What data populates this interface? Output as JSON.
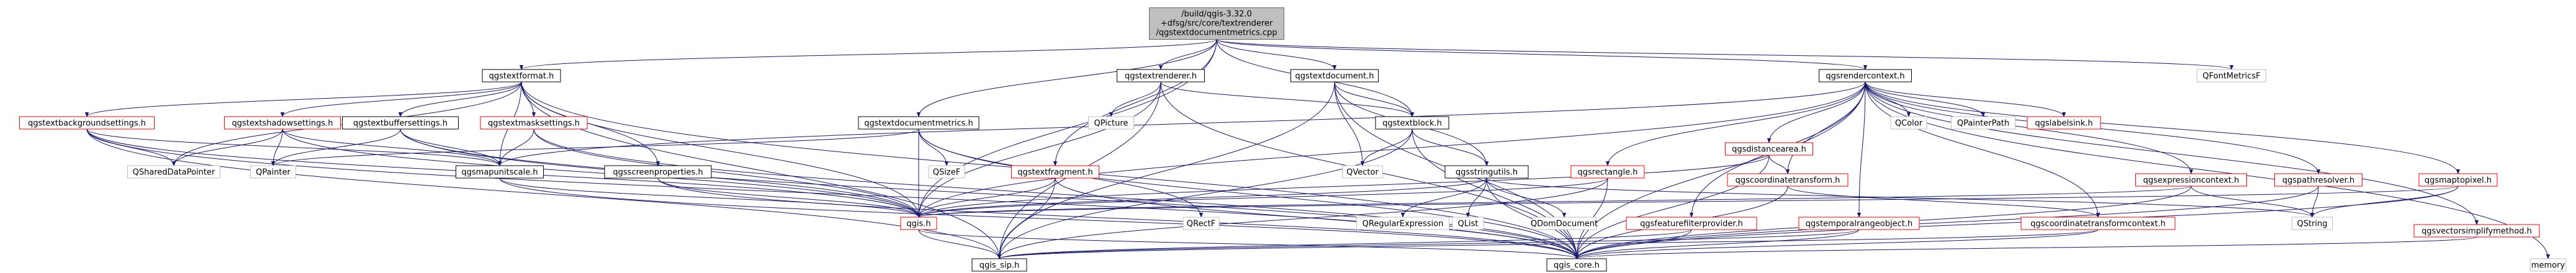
{
  "graph": {
    "root": {
      "id": "root",
      "lines": [
        "/build/qgis-3.32.0",
        "+dfsg/src/core/textrenderer",
        "/qgstextdocumentmetrics.cpp"
      ]
    },
    "nodes": [
      {
        "id": "qgstextformat",
        "label": "qgstextformat.h",
        "style": "black"
      },
      {
        "id": "qgstextrenderer",
        "label": "qgstextrenderer.h",
        "style": "black"
      },
      {
        "id": "qgstextdocument",
        "label": "qgstextdocument.h",
        "style": "black"
      },
      {
        "id": "qgsrendercontext",
        "label": "qgsrendercontext.h",
        "style": "black"
      },
      {
        "id": "qfontmetricsf",
        "label": "QFontMetricsF",
        "style": "gray"
      },
      {
        "id": "qgstextbackgroundsettings",
        "label": "qgstextbackgroundsettings.h",
        "style": "red"
      },
      {
        "id": "qgstextshadowsettings",
        "label": "qgstextshadowsettings.h",
        "style": "red"
      },
      {
        "id": "qgstextbuffersettings",
        "label": "qgstextbuffersettings.h",
        "style": "black"
      },
      {
        "id": "qgstextmasksettings",
        "label": "qgstextmasksettings.h",
        "style": "red"
      },
      {
        "id": "qgstextdocumentmetrics",
        "label": "qgstextdocumentmetrics.h",
        "style": "black"
      },
      {
        "id": "qpicture",
        "label": "QPicture",
        "style": "gray"
      },
      {
        "id": "qgstextblock",
        "label": "qgstextblock.h",
        "style": "black"
      },
      {
        "id": "qcolor",
        "label": "QColor",
        "style": "gray"
      },
      {
        "id": "qpainterpath",
        "label": "QPainterPath",
        "style": "gray"
      },
      {
        "id": "qgslabelsink",
        "label": "qgslabelsink.h",
        "style": "red"
      },
      {
        "id": "qgsdistancearea",
        "label": "qgsdistancearea.h",
        "style": "red"
      },
      {
        "id": "qshareddatapointer",
        "label": "QSharedDataPointer",
        "style": "gray"
      },
      {
        "id": "qpainter",
        "label": "QPainter",
        "style": "gray"
      },
      {
        "id": "qgsmapunitscale",
        "label": "qgsmapunitscale.h",
        "style": "black"
      },
      {
        "id": "qgsscreenproperties",
        "label": "qgsscreenproperties.h",
        "style": "black"
      },
      {
        "id": "qsizef",
        "label": "QSizeF",
        "style": "gray"
      },
      {
        "id": "qvector",
        "label": "QVector",
        "style": "gray"
      },
      {
        "id": "qgsstringutils",
        "label": "qgsstringutils.h",
        "style": "black"
      },
      {
        "id": "qgstextfragment",
        "label": "qgstextfragment.h",
        "style": "red"
      },
      {
        "id": "qgsrectangle",
        "label": "qgsrectangle.h",
        "style": "red"
      },
      {
        "id": "qgscoordinatetransform",
        "label": "qgscoordinatetransform.h",
        "style": "red"
      },
      {
        "id": "qgsexpressioncontext",
        "label": "qgsexpressioncontext.h",
        "style": "red"
      },
      {
        "id": "qgspathresolver",
        "label": "qgspathresolver.h",
        "style": "red"
      },
      {
        "id": "qgsmaptopixel",
        "label": "qgsmaptopixel.h",
        "style": "red"
      },
      {
        "id": "qgis",
        "label": "qgis.h",
        "style": "red"
      },
      {
        "id": "qrectf",
        "label": "QRectF",
        "style": "gray"
      },
      {
        "id": "qregularexpression",
        "label": "QRegularExpression",
        "style": "gray"
      },
      {
        "id": "qlist",
        "label": "QList",
        "style": "gray"
      },
      {
        "id": "qdomdocument",
        "label": "QDomDocument",
        "style": "gray"
      },
      {
        "id": "qstring",
        "label": "QString",
        "style": "gray"
      },
      {
        "id": "qgsfeaturefilterprovider",
        "label": "qgsfeaturefilterprovider.h",
        "style": "red"
      },
      {
        "id": "qgstemporalrangeobject",
        "label": "qgstemporalrangeobject.h",
        "style": "red"
      },
      {
        "id": "qgscoordinatetransformcontext",
        "label": "qgscoordinatetransformcontext.h",
        "style": "red"
      },
      {
        "id": "qgsvectorsimplifymethod",
        "label": "qgsvectorsimplifymethod.h",
        "style": "red"
      },
      {
        "id": "qgis_sip",
        "label": "qgis_sip.h",
        "style": "black"
      },
      {
        "id": "qgis_core",
        "label": "qgis_core.h",
        "style": "black"
      },
      {
        "id": "memory",
        "label": "memory",
        "style": "gray"
      }
    ],
    "edges": [
      [
        "root",
        "qgstextformat"
      ],
      [
        "root",
        "qgstextrenderer"
      ],
      [
        "root",
        "qgstextdocument"
      ],
      [
        "root",
        "qgsrendercontext"
      ],
      [
        "root",
        "qfontmetricsf"
      ],
      [
        "root",
        "qgstextdocumentmetrics"
      ],
      [
        "root",
        "qgstextblock"
      ],
      [
        "root",
        "qgstextfragment"
      ],
      [
        "root",
        "qgis"
      ],
      [
        "qgstextformat",
        "qgstextbackgroundsettings"
      ],
      [
        "qgstextformat",
        "qgstextshadowsettings"
      ],
      [
        "qgstextformat",
        "qgstextbuffersettings"
      ],
      [
        "qgstextformat",
        "qgstextmasksettings"
      ],
      [
        "qgstextformat",
        "qgsscreenproperties"
      ],
      [
        "qgstextformat",
        "qgsmapunitscale"
      ],
      [
        "qgstextformat",
        "qshareddatapointer"
      ],
      [
        "qgstextformat",
        "qgis"
      ],
      [
        "qgstextformat",
        "qgis_sip"
      ],
      [
        "qgstextformat",
        "qgis_core"
      ],
      [
        "qgstextrenderer",
        "qgstextblock"
      ],
      [
        "qgstextrenderer",
        "qpicture"
      ],
      [
        "qgstextrenderer",
        "qgis"
      ],
      [
        "qgstextrenderer",
        "qgis_sip"
      ],
      [
        "qgstextrenderer",
        "qgis_core"
      ],
      [
        "qgstextdocument",
        "qgstextblock"
      ],
      [
        "qgstextdocument",
        "qvector"
      ],
      [
        "qgstextdocument",
        "qgsstringutils"
      ],
      [
        "qgstextdocument",
        "qgis_sip"
      ],
      [
        "qgstextdocument",
        "qgis_core"
      ],
      [
        "qgsrendercontext",
        "qcolor"
      ],
      [
        "qgsrendercontext",
        "qpainterpath"
      ],
      [
        "qgsrendercontext",
        "qgslabelsink"
      ],
      [
        "qgsrendercontext",
        "qgsdistancearea"
      ],
      [
        "qgsrendercontext",
        "qgscoordinatetransform"
      ],
      [
        "qgsrendercontext",
        "qgsexpressioncontext"
      ],
      [
        "qgsrendercontext",
        "qgspathresolver"
      ],
      [
        "qgsrendercontext",
        "qgsmaptopixel"
      ],
      [
        "qgsrendercontext",
        "qgsrectangle"
      ],
      [
        "qgsrendercontext",
        "qgsfeaturefilterprovider"
      ],
      [
        "qgsrendercontext",
        "qgstemporalrangeobject"
      ],
      [
        "qgsrendercontext",
        "qgscoordinatetransformcontext"
      ],
      [
        "qgsrendercontext",
        "qgsvectorsimplifymethod"
      ],
      [
        "qgsrendercontext",
        "qgsmapunitscale"
      ],
      [
        "qgsrendercontext",
        "qgis"
      ],
      [
        "qgsrendercontext",
        "qgis_core"
      ],
      [
        "qgsrendercontext",
        "memory"
      ],
      [
        "qgstextbackgroundsettings",
        "qgsmapunitscale"
      ],
      [
        "qgstextbackgroundsettings",
        "qshareddatapointer"
      ],
      [
        "qgstextbackgroundsettings",
        "qgis"
      ],
      [
        "qgstextbackgroundsettings",
        "qgis_sip"
      ],
      [
        "qgstextbackgroundsettings",
        "qgis_core"
      ],
      [
        "qgstextshadowsettings",
        "qshareddatapointer"
      ],
      [
        "qgstextshadowsettings",
        "qpainter"
      ],
      [
        "qgstextshadowsettings",
        "qgsmapunitscale"
      ],
      [
        "qgstextshadowsettings",
        "qgis"
      ],
      [
        "qgstextbuffersettings",
        "qpainter"
      ],
      [
        "qgstextbuffersettings",
        "qgsmapunitscale"
      ],
      [
        "qgstextbuffersettings",
        "qgis"
      ],
      [
        "qgstextbuffersettings",
        "qgis_core"
      ],
      [
        "qgstextmasksettings",
        "qgsmapunitscale"
      ],
      [
        "qgstextmasksettings",
        "qgis"
      ],
      [
        "qgstextmasksettings",
        "qgis_core"
      ],
      [
        "qgstextdocumentmetrics",
        "qsizef"
      ],
      [
        "qgstextdocumentmetrics",
        "qgis"
      ],
      [
        "qgstextdocumentmetrics",
        "qrectf"
      ],
      [
        "qgstextdocumentmetrics",
        "qgis_core"
      ],
      [
        "qgstextdocumentmetrics",
        "qpainter"
      ],
      [
        "qgstextblock",
        "qvector"
      ],
      [
        "qgstextblock",
        "qgsstringutils"
      ],
      [
        "qgstextblock",
        "qgis_core"
      ],
      [
        "qgstextblock",
        "qgis_sip"
      ],
      [
        "qgsdistancearea",
        "qgscoordinatetransform"
      ],
      [
        "qgsdistancearea",
        "qgis"
      ],
      [
        "qgsdistancearea",
        "qgis_core"
      ],
      [
        "qgsmapunitscale",
        "qgis"
      ],
      [
        "qgsmapunitscale",
        "qgis_core"
      ],
      [
        "qgsscreenproperties",
        "qgis"
      ],
      [
        "qgsscreenproperties",
        "qgis_core"
      ],
      [
        "qgsstringutils",
        "qregularexpression"
      ],
      [
        "qgsstringutils",
        "qlist"
      ],
      [
        "qgsstringutils",
        "qdomdocument"
      ],
      [
        "qgsstringutils",
        "qstring"
      ],
      [
        "qgsstringutils",
        "qgis"
      ],
      [
        "qgsstringutils",
        "qgis_core"
      ],
      [
        "qgstextfragment",
        "qgis"
      ],
      [
        "qgstextfragment",
        "qgis_sip"
      ],
      [
        "qgstextfragment",
        "qgis_core"
      ],
      [
        "qgsrectangle",
        "qgis"
      ],
      [
        "qgsrectangle",
        "qgis_core"
      ],
      [
        "qgsrectangle",
        "qgis_sip"
      ],
      [
        "qgscoordinatetransform",
        "qgscoordinatetransformcontext"
      ],
      [
        "qgscoordinatetransform",
        "qgis_core"
      ],
      [
        "qgsexpressioncontext",
        "qstring"
      ],
      [
        "qgsexpressioncontext",
        "qgis_core"
      ],
      [
        "qgsexpressioncontext",
        "qgis"
      ],
      [
        "qgspathresolver",
        "qstring"
      ],
      [
        "qgspathresolver",
        "qgis_core"
      ],
      [
        "qgsmaptopixel",
        "qstring"
      ],
      [
        "qgsmaptopixel",
        "qgis_core"
      ],
      [
        "qgsmaptopixel",
        "qgis"
      ],
      [
        "qgis",
        "qgis_sip"
      ],
      [
        "qgis",
        "qgis_core"
      ],
      [
        "qgsfeaturefilterprovider",
        "qgis_core"
      ],
      [
        "qgsfeaturefilterprovider",
        "qgis_sip"
      ],
      [
        "qgstemporalrangeobject",
        "qgis_core"
      ],
      [
        "qgstemporalrangeobject",
        "qgis_sip"
      ],
      [
        "qgscoordinatetransformcontext",
        "qgis_core"
      ],
      [
        "qgscoordinatetransformcontext",
        "qgis_sip"
      ],
      [
        "qgsvectorsimplifymethod",
        "qgis_core"
      ]
    ]
  }
}
